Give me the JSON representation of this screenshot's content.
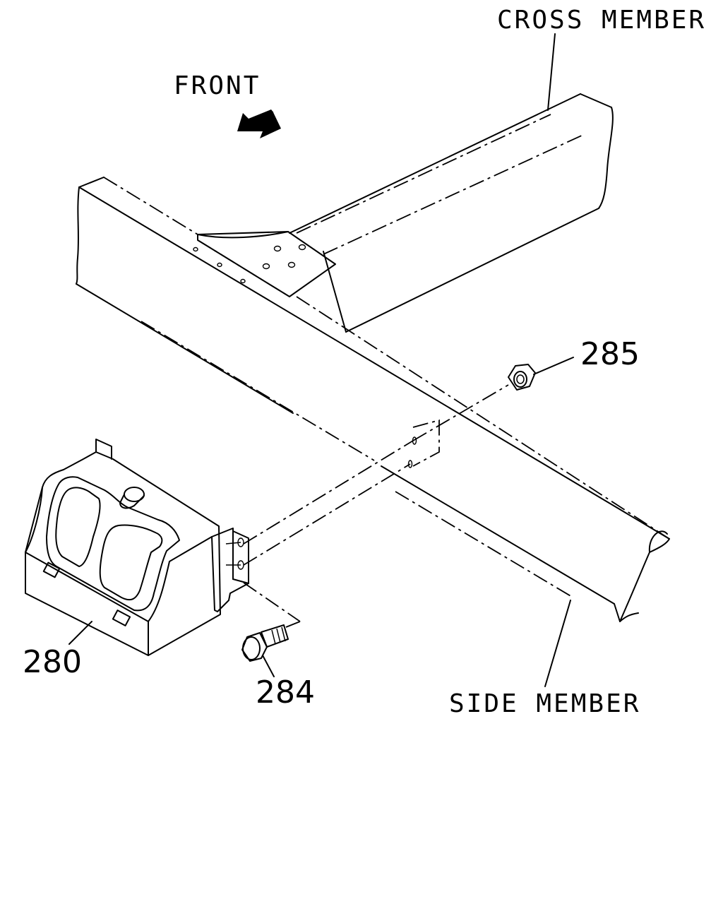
{
  "labels": {
    "cross_member": "CROSS MEMBER",
    "side_member": "SIDE MEMBER",
    "front": "FRONT"
  },
  "callouts": {
    "part_280": "280",
    "part_284": "284",
    "part_285": "285"
  }
}
